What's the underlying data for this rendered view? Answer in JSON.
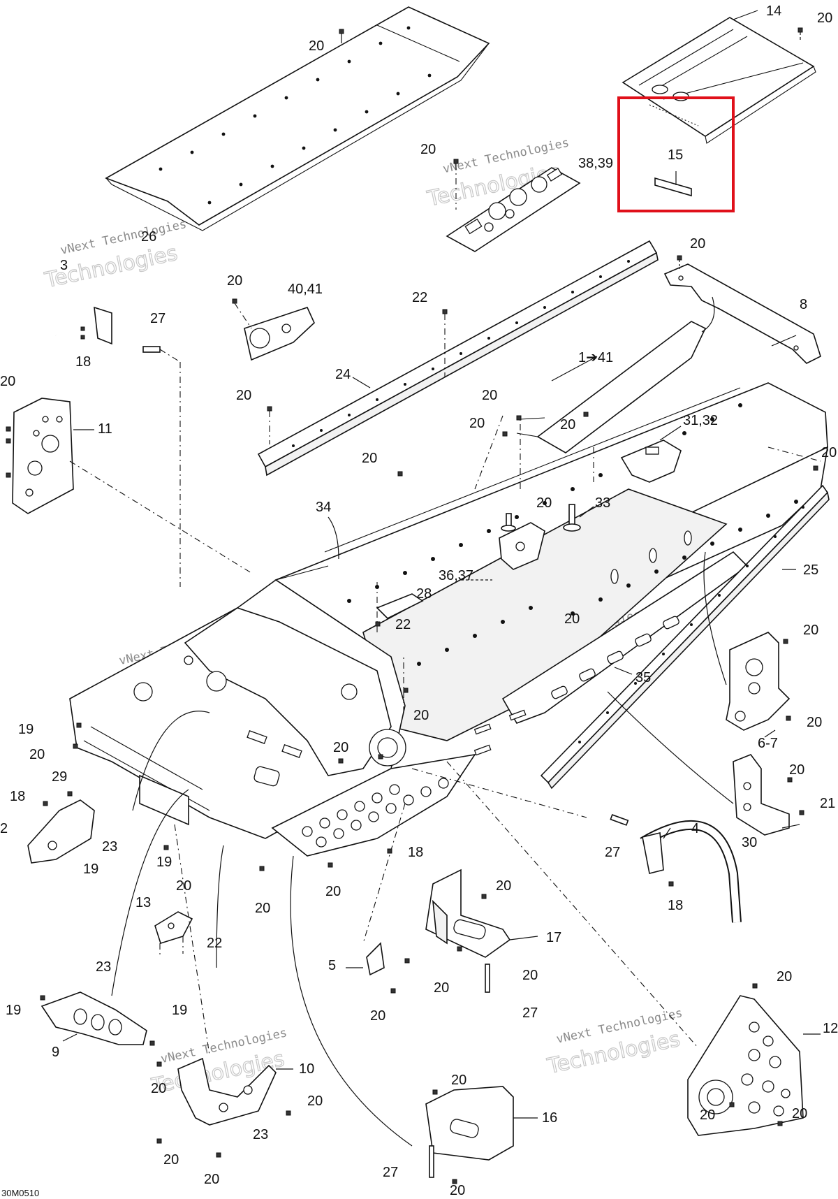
{
  "diagram": {
    "drawing_code": "30M0510",
    "watermark": {
      "line1": "vNext",
      "line2": "Technologies",
      "line3": "vNext Technologies"
    },
    "highlight": {
      "color": "#e0101a",
      "target_part": "15"
    },
    "callouts": [
      {
        "id": "c14",
        "text": "14"
      },
      {
        "id": "c15",
        "text": "15"
      },
      {
        "id": "c38",
        "text": "38,39"
      },
      {
        "id": "c26",
        "text": "26"
      },
      {
        "id": "c3",
        "text": "3"
      },
      {
        "id": "c27a",
        "text": "27"
      },
      {
        "id": "c18a",
        "text": "18"
      },
      {
        "id": "c4041",
        "text": "40,41"
      },
      {
        "id": "c22a",
        "text": "22"
      },
      {
        "id": "c8",
        "text": "8"
      },
      {
        "id": "c141",
        "text": "1➔41"
      },
      {
        "id": "c24",
        "text": "24"
      },
      {
        "id": "c11",
        "text": "11"
      },
      {
        "id": "c3132",
        "text": "31,32"
      },
      {
        "id": "c33",
        "text": "33"
      },
      {
        "id": "c34",
        "text": "34"
      },
      {
        "id": "c3637",
        "text": "36,37"
      },
      {
        "id": "c28",
        "text": "28"
      },
      {
        "id": "c22b",
        "text": "22"
      },
      {
        "id": "c25",
        "text": "25"
      },
      {
        "id": "c35",
        "text": "35"
      },
      {
        "id": "c67",
        "text": "6-7"
      },
      {
        "id": "c19a",
        "text": "19"
      },
      {
        "id": "c29",
        "text": "29"
      },
      {
        "id": "c18b",
        "text": "18"
      },
      {
        "id": "c2",
        "text": "2"
      },
      {
        "id": "c23a",
        "text": "23"
      },
      {
        "id": "c19b",
        "text": "19"
      },
      {
        "id": "c18c",
        "text": "18"
      },
      {
        "id": "c21",
        "text": "21"
      },
      {
        "id": "c30",
        "text": "30"
      },
      {
        "id": "c4",
        "text": "4"
      },
      {
        "id": "c27b",
        "text": "27"
      },
      {
        "id": "c18d",
        "text": "18"
      },
      {
        "id": "c13",
        "text": "13"
      },
      {
        "id": "c22c",
        "text": "22"
      },
      {
        "id": "c17",
        "text": "17"
      },
      {
        "id": "c5",
        "text": "5"
      },
      {
        "id": "c23b",
        "text": "23"
      },
      {
        "id": "c19c",
        "text": "19"
      },
      {
        "id": "c19d",
        "text": "19"
      },
      {
        "id": "c9",
        "text": "9"
      },
      {
        "id": "c27c",
        "text": "27"
      },
      {
        "id": "c12",
        "text": "12"
      },
      {
        "id": "c10",
        "text": "10"
      },
      {
        "id": "c23c",
        "text": "23"
      },
      {
        "id": "c16",
        "text": "16"
      },
      {
        "id": "c27d",
        "text": "27"
      },
      {
        "id": "c20",
        "text": "20"
      }
    ]
  }
}
